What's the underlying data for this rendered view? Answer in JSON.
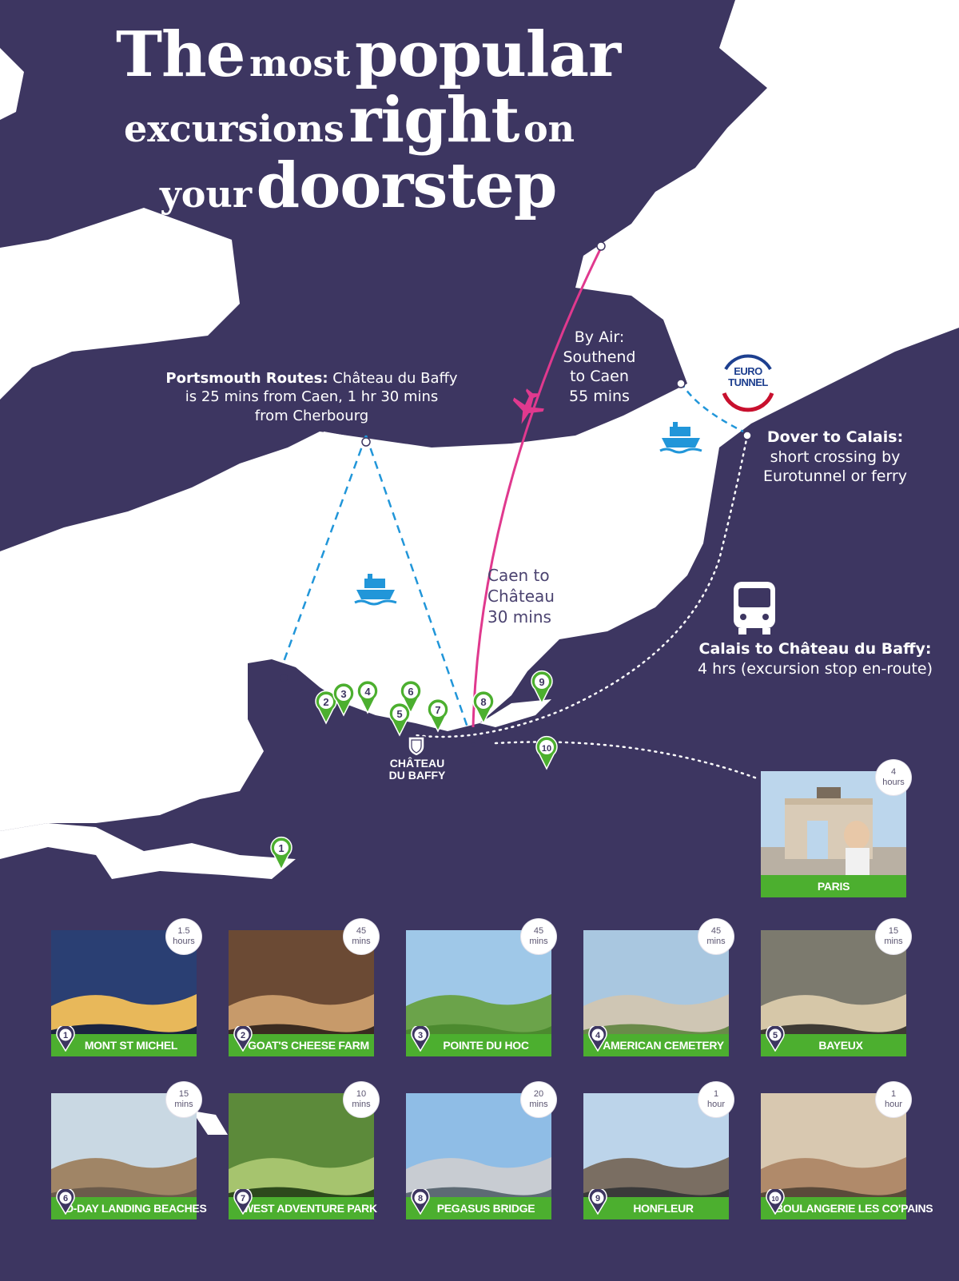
{
  "title": {
    "w1": "The",
    "w2": "most",
    "w3": "popular",
    "w4": "excursions",
    "w5": "right",
    "w6": "on",
    "w7": "your",
    "w8": "doorstep"
  },
  "routes": {
    "portsmouth_head": "Portsmouth Routes:",
    "portsmouth_line1": "Château du Baffy",
    "portsmouth_line2": "is 25 mins from Caen, 1 hr 30 mins",
    "portsmouth_line3": "from Cherbourg",
    "air_head": "By Air:",
    "air_line1": "Southend",
    "air_line2": "to Caen",
    "air_line3": "55 mins",
    "dover_head": "Dover to Calais:",
    "dover_line1": "short crossing by",
    "dover_line2": "Eurotunnel or ferry",
    "caen_line1": "Caen to",
    "caen_line2": "Château",
    "caen_line3": "30 mins",
    "calais_head": "Calais to Château du Baffy:",
    "calais_line1": "4 hrs (excursion stop en-route)"
  },
  "eurotunnel": {
    "line1": "EURO",
    "line2": "TUNNEL"
  },
  "chateau": {
    "line1": "CHÂTEAU",
    "line2": "DU BAFFY"
  },
  "map_pins": [
    "1",
    "2",
    "3",
    "4",
    "5",
    "6",
    "7",
    "8",
    "9",
    "10"
  ],
  "colors": {
    "navy": "#3d3661",
    "green": "#4caf2f",
    "ferry": "#2196d9",
    "air": "#e0398e"
  },
  "paris": {
    "name": "PARIS",
    "time1": "4",
    "time2": "hours"
  },
  "excursions": [
    {
      "num": "1",
      "name": "MONT ST MICHEL",
      "time1": "1.5",
      "time2": "hours"
    },
    {
      "num": "2",
      "name": "GOAT'S CHEESE FARM",
      "time1": "45",
      "time2": "mins"
    },
    {
      "num": "3",
      "name": "POINTE DU HOC",
      "time1": "45",
      "time2": "mins"
    },
    {
      "num": "4",
      "name": "AMERICAN CEMETERY",
      "time1": "45",
      "time2": "mins"
    },
    {
      "num": "5",
      "name": "BAYEUX",
      "time1": "15",
      "time2": "mins"
    },
    {
      "num": "6",
      "name": "D-DAY LANDING BEACHES",
      "time1": "15",
      "time2": "mins"
    },
    {
      "num": "7",
      "name": "WEST ADVENTURE PARK",
      "time1": "10",
      "time2": "mins"
    },
    {
      "num": "8",
      "name": "PEGASUS BRIDGE",
      "time1": "20",
      "time2": "mins"
    },
    {
      "num": "9",
      "name": "HONFLEUR",
      "time1": "1",
      "time2": "hour"
    },
    {
      "num": "10",
      "name": "BOULANGERIE LES CO'PAINS",
      "time1": "1",
      "time2": "hour"
    }
  ]
}
